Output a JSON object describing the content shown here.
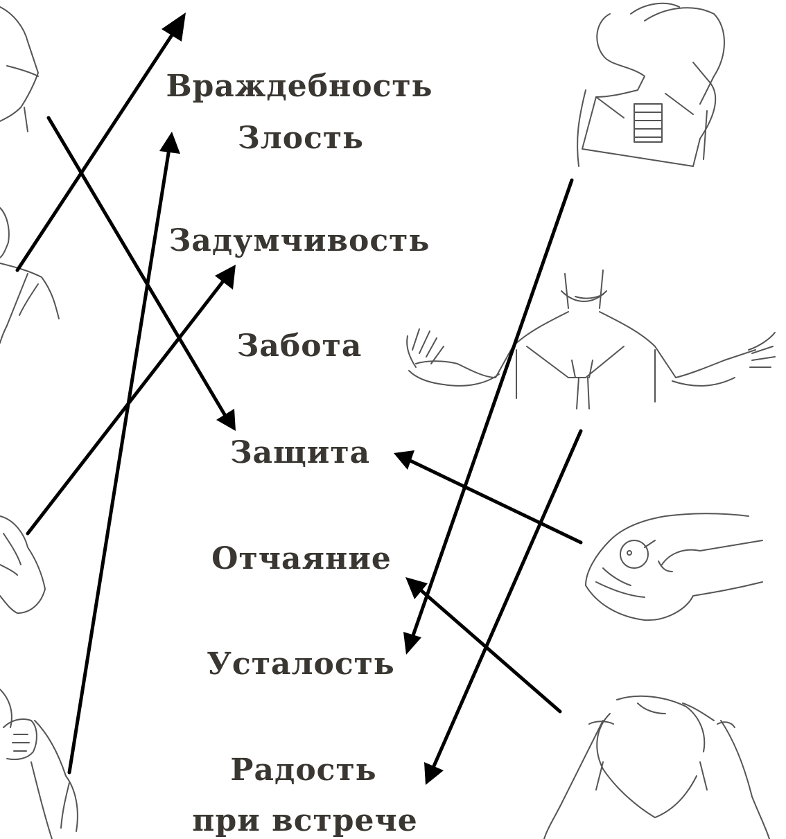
{
  "emotions": [
    "Враждебность",
    "Злость",
    "Задумчивость",
    "Забота",
    "Защита",
    "Отчаяние",
    "Усталость",
    "Радость",
    "при встрече"
  ],
  "colors": {
    "text": "#3a3631",
    "arrow": "#000000",
    "sketch": "#555555",
    "background": "#ffffff"
  },
  "illustrations": [
    "figure-arm-raised-over-face",
    "figure-shoulder-left-top",
    "figure-hand-to-chin",
    "figure-arms-open-wide",
    "figure-elbow-left",
    "hands-cupping-chick",
    "figure-fist-left-bottom",
    "figure-hands-on-head"
  ]
}
